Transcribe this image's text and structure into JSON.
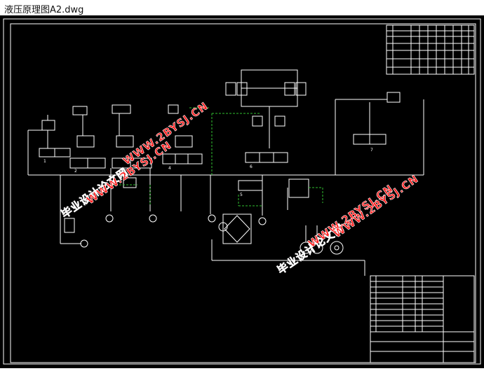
{
  "window": {
    "title": "液压原理图A2.dwg"
  },
  "watermark": {
    "line1": "毕业设计论文网",
    "line2": "WWW.2BYSJ.CN",
    "color": "#ff2020"
  },
  "drawing": {
    "background": "#000000",
    "line_color": "#ffffff",
    "pipe_color": "#2fbf2f",
    "labels": [
      "1",
      "2",
      "3",
      "4",
      "5",
      "6",
      "7"
    ]
  }
}
